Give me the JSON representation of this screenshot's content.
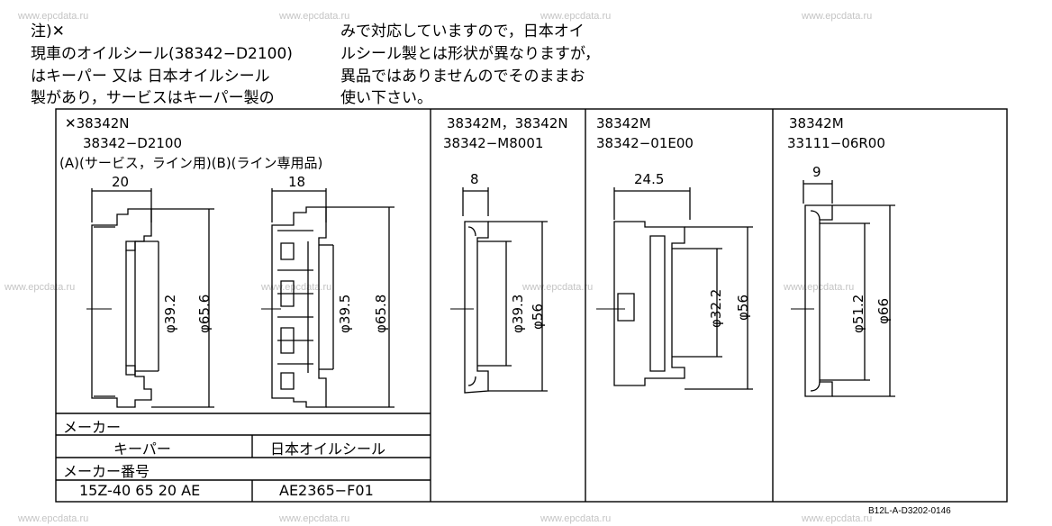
{
  "watermark": "www.epcdata.ru",
  "note": {
    "left_lines": [
      "注)✕",
      "現車のオイルシール(38342−D2100)",
      "はキーパー 又は 日本オイルシール",
      "製があり，サービスはキーパー製の"
    ],
    "right_lines": [
      "みで対応していますので，日本オイ",
      "ルシール製とは形状が異なりますが，",
      "異品ではありませんのでそのままお",
      "使い下さい。"
    ]
  },
  "panel1": {
    "line1": "✕38342N",
    "line2": "38342−D2100",
    "line3": "(A)(サービス，ライン用)(B)(ライン専用品)",
    "seal_a": {
      "width": "20",
      "inner": "φ39.2",
      "outer": "φ65.6"
    },
    "seal_b": {
      "width": "18",
      "inner": "φ39.5",
      "outer": "φ65.8"
    }
  },
  "panel2": {
    "line1": "38342M，38342N",
    "line2": "38342−M8001",
    "width": "8",
    "inner": "φ39.3",
    "outer": "φ56"
  },
  "panel3": {
    "line1": "38342M",
    "line2": "38342−01E00",
    "width": "24.5",
    "inner": "φ32.2",
    "outer": "φ56"
  },
  "panel4": {
    "line1": "38342M",
    "line2": "33111−06R00",
    "width": "9",
    "inner": "φ51.2",
    "outer": "φ66"
  },
  "table": {
    "maker_header": "メーカー",
    "maker_a": "キーパー",
    "maker_b": "日本オイルシール",
    "partno_header": "メーカー番号",
    "partno_a": "15Z-40 65 20 AE",
    "partno_b": "AE2365−F01"
  },
  "corner_code": "B12L-A-D3202-0146"
}
